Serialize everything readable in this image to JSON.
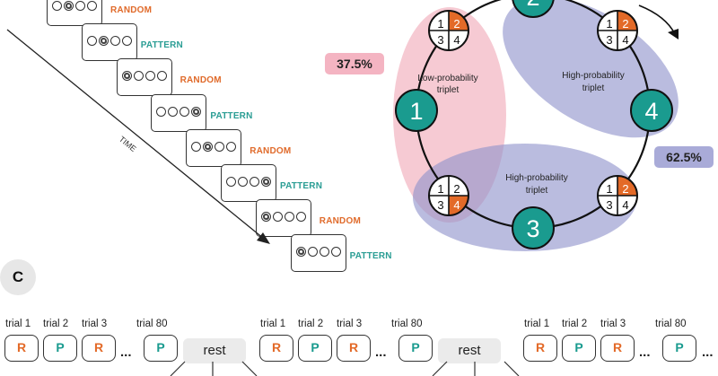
{
  "sequence": {
    "cards": [
      {
        "label": "RANDOM",
        "type": "R",
        "dog": 1
      },
      {
        "label": "PATTERN",
        "type": "P",
        "dog": 1
      },
      {
        "label": "RANDOM",
        "type": "R",
        "dog": 0
      },
      {
        "label": "PATTERN",
        "type": "P",
        "dog": 3
      },
      {
        "label": "RANDOM",
        "type": "R",
        "dog": 1
      },
      {
        "label": "PATTERN",
        "type": "P",
        "dog": 3
      },
      {
        "label": "RANDOM",
        "type": "R",
        "dog": 0
      },
      {
        "label": "PATTERN",
        "type": "P",
        "dog": 0
      }
    ],
    "time_label": "TIME"
  },
  "ring": {
    "node_labels": [
      "1",
      "2",
      "3",
      "4"
    ],
    "grid_numbers": [
      "1",
      "2",
      "3",
      "4"
    ],
    "low_prob_label": "Low-probability triplet",
    "high_prob_top_label": "High-probability triplet",
    "high_prob_bottom_label": "High-probability triplet",
    "low_pct": "37.5%",
    "high_pct": "62.5%"
  },
  "blocks": {
    "panel_letter": "C",
    "trial_labels": [
      "trial 1",
      "trial 2",
      "trial 3",
      "trial 80"
    ],
    "boxes": [
      "R",
      "P",
      "R",
      "P"
    ],
    "ellipsis": "...",
    "rest_label": "rest"
  },
  "colors": {
    "teal": "#1a9b8f",
    "orange": "#e36a28",
    "pink": "#f1a9b8",
    "lavender": "#9c9fd1"
  }
}
